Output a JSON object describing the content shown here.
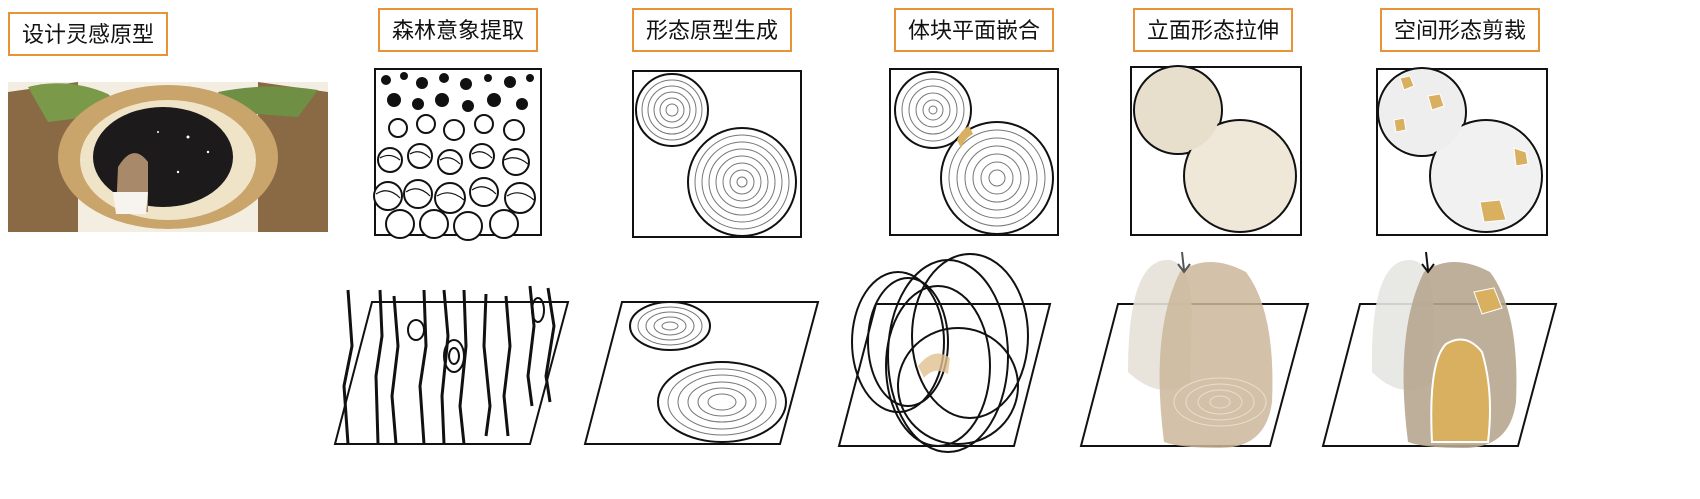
{
  "steps": [
    {
      "label": "设计灵感原型"
    },
    {
      "label": "森林意象提取"
    },
    {
      "label": "形态原型生成"
    },
    {
      "label": "体块平面嵌合"
    },
    {
      "label": "立面形态拉伸"
    },
    {
      "label": "空间形态剪裁"
    }
  ],
  "colors": {
    "label_border": "#e8923a",
    "accent_gold": "#d9b05f",
    "tree_brown": "#8a6a45",
    "beige_volume": "#c9b79a"
  },
  "icons": {
    "inspiration": "tree-hollow-illustration",
    "forest": "tree-ring-pattern",
    "prototype": "concentric-circles",
    "merge": "merged-circles",
    "extrude": "extruded-volume",
    "cut": "cut-volume"
  }
}
